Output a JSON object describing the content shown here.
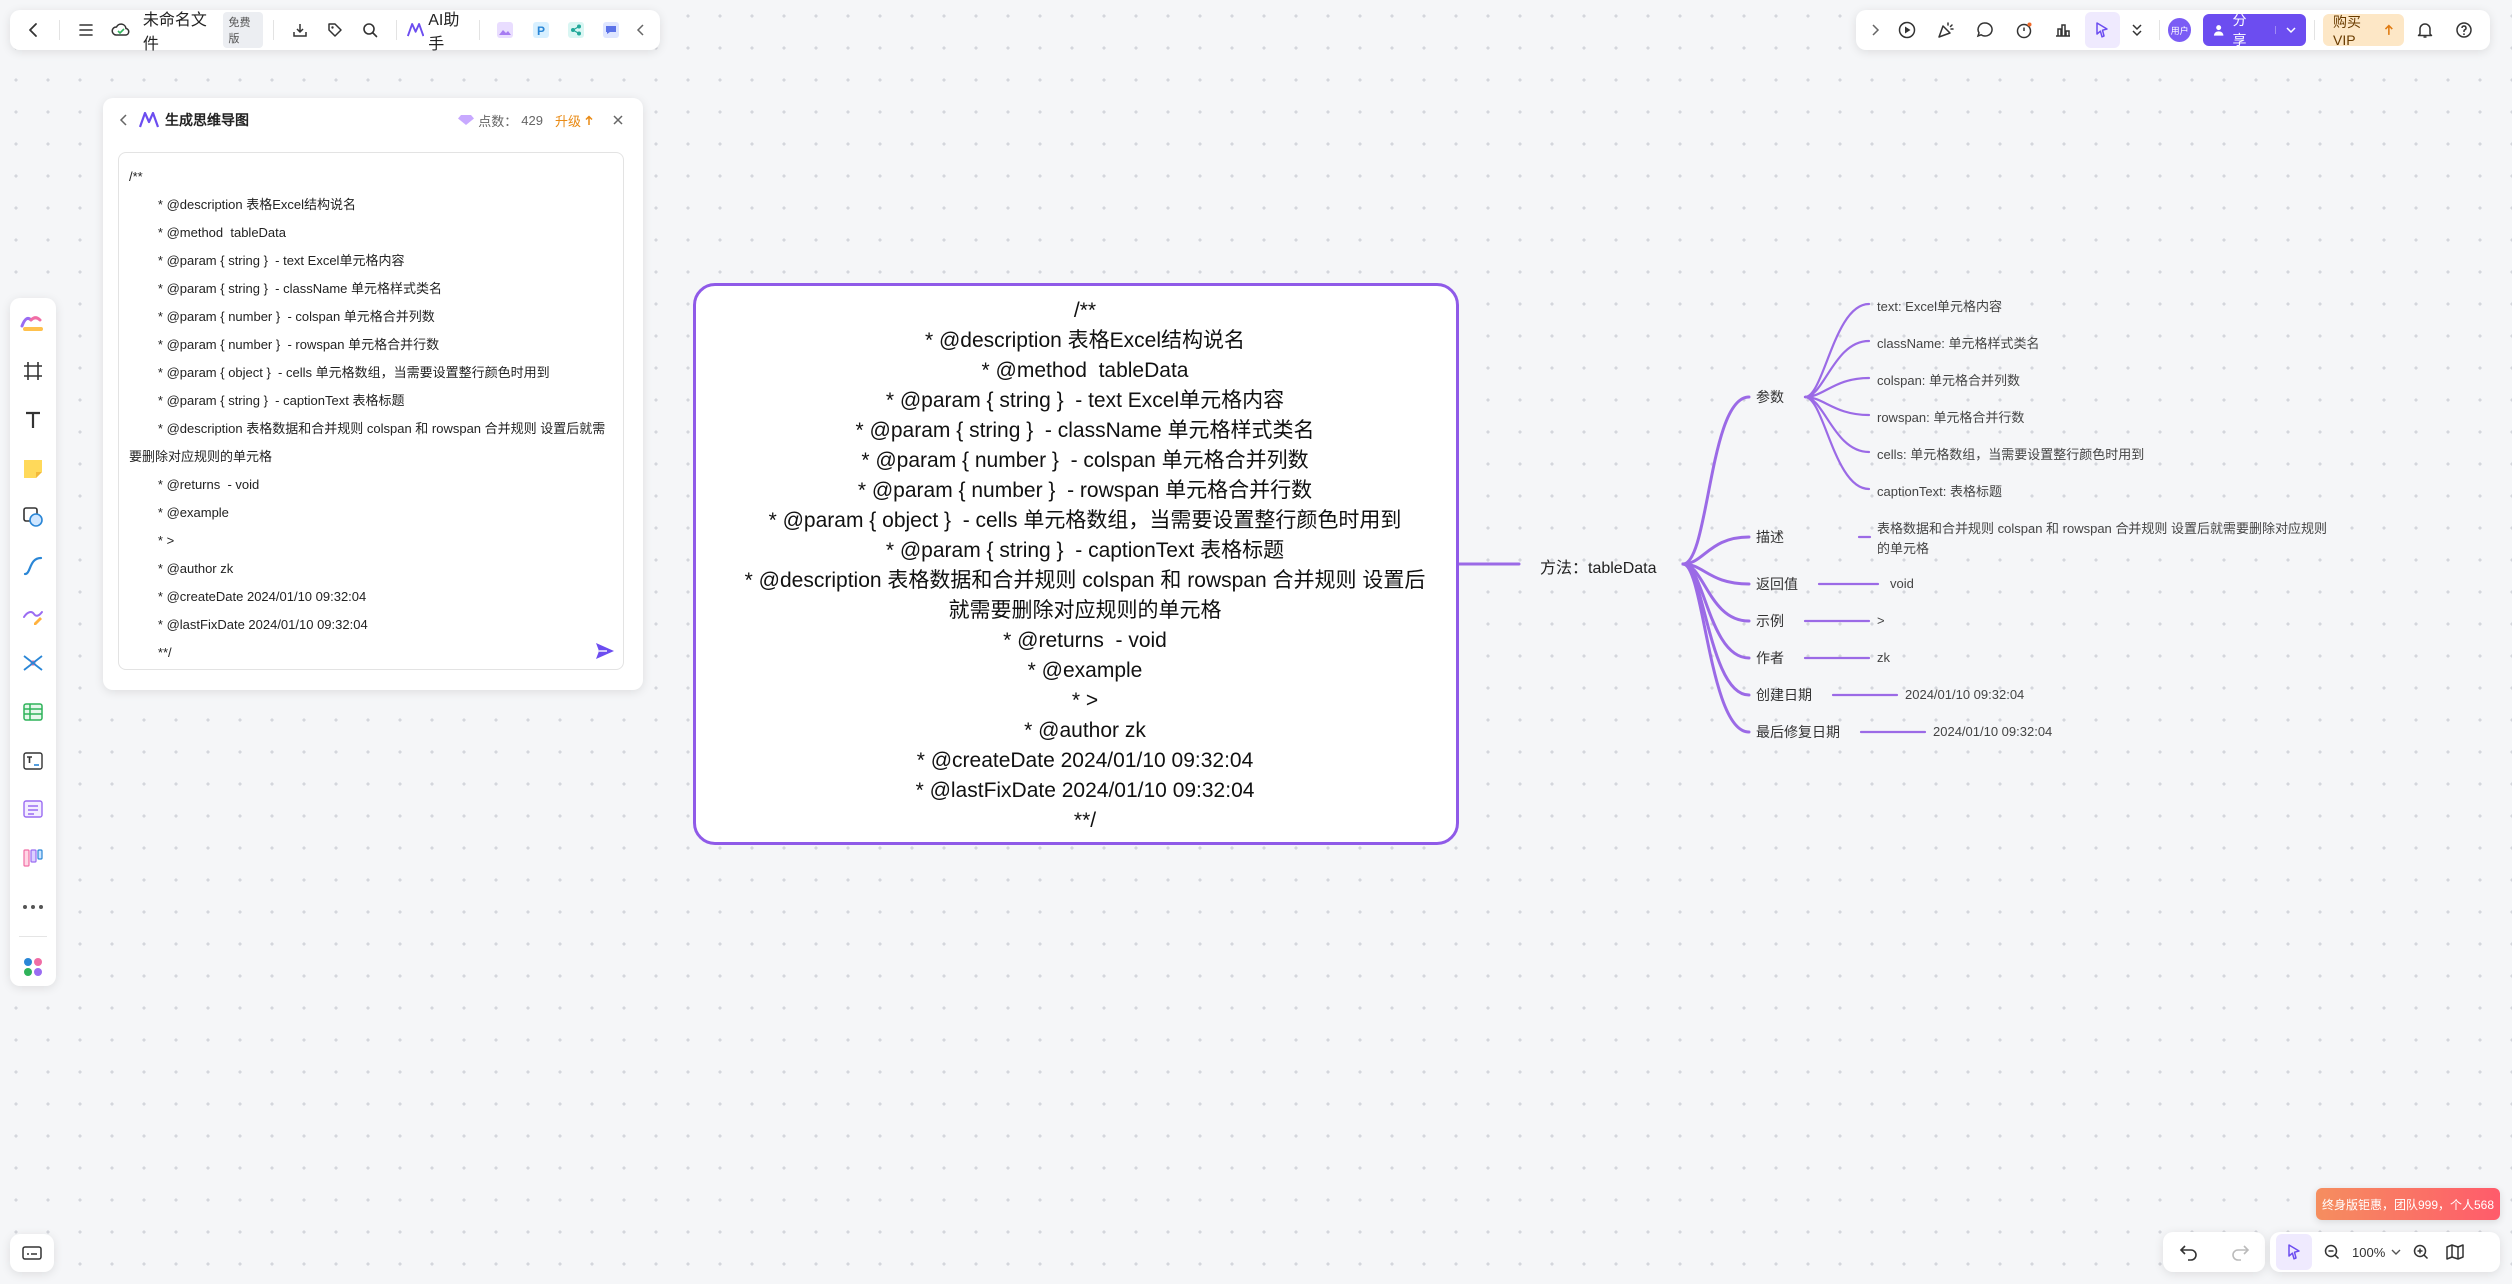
{
  "toolbar": {
    "file_name": "未命名文件",
    "edition_badge": "免费版",
    "ai_assistant": "AI助手"
  },
  "top_right": {
    "avatar_text": "用户",
    "share": "分享",
    "vip": "购买VIP"
  },
  "ai_panel": {
    "title": "生成思维导图",
    "points_label": "点数：",
    "points_value": "429",
    "upgrade": "升级",
    "lines": [
      "/**",
      "        * @description 表格Excel结构说名",
      "        * @method  tableData",
      "        * @param { string }  - text Excel单元格内容",
      "        * @param { string }  - className 单元格样式类名",
      "        * @param { number }  - colspan 单元格合并列数",
      "        * @param { number }  - rowspan 单元格合并行数",
      "        * @param { object }  - cells 单元格数组，当需要设置整行颜色时用到",
      "        * @param { string }  - captionText 表格标题",
      "        * @description 表格数据和合并规则 colspan 和 rowspan 合并规则 设置后就需要删除对应规则的单元格",
      "        * @returns  - void",
      "        * @example",
      "        * >",
      "        * @author zk",
      "        * @createDate 2024/01/10 09:32:04",
      "        * @lastFixDate 2024/01/10 09:32:04",
      "        **/"
    ]
  },
  "card": {
    "lines": [
      "/**",
      "* @description 表格Excel结构说名",
      "* @method  tableData",
      "* @param { string }  - text Excel单元格内容",
      "* @param { string }  - className 单元格样式类名",
      "* @param { number }  - colspan 单元格合并列数",
      "* @param { number }  - rowspan 单元格合并行数",
      "* @param { object }  - cells 单元格数组，当需要设置整行颜色时用到",
      "* @param { string }  - captionText 表格标题",
      "* @description 表格数据和合并规则 colspan 和 rowspan 合并规则 设置后就需要删除对应规则的单元格",
      "* @returns  - void",
      "* @example",
      "* >",
      "* @author zk",
      "* @createDate 2024/01/10 09:32:04",
      "* @lastFixDate 2024/01/10 09:32:04",
      "**/"
    ]
  },
  "mindmap": {
    "root": "方法：tableData",
    "branches": {
      "params": "参数",
      "desc": "描述",
      "returns": "返回值",
      "example": "示例",
      "author": "作者",
      "created": "创建日期",
      "fixed": "最后修复日期"
    },
    "param_leaves": [
      "text: Excel单元格内容",
      "className: 单元格样式类名",
      "colspan: 单元格合并列数",
      "rowspan: 单元格合并行数",
      "cells: 单元格数组，当需要设置整行颜色时用到",
      "captionText: 表格标题"
    ],
    "desc_leaf_1": "表格数据和合并规则 colspan 和 rowspan 合并规则 设置后就需要删除对应规则",
    "desc_leaf_2": "的单元格",
    "returns_leaf": "void",
    "example_leaf": ">",
    "author_leaf": "zk",
    "created_leaf": "2024/01/10 09:32:04",
    "fixed_leaf": "2024/01/10 09:32:04"
  },
  "zoom": "100%",
  "promo": "终身版钜惠，团队999，个人568",
  "colors": {
    "accent": "#8f5ae8",
    "share": "#6c4df0",
    "upgrade": "#e98a14"
  }
}
